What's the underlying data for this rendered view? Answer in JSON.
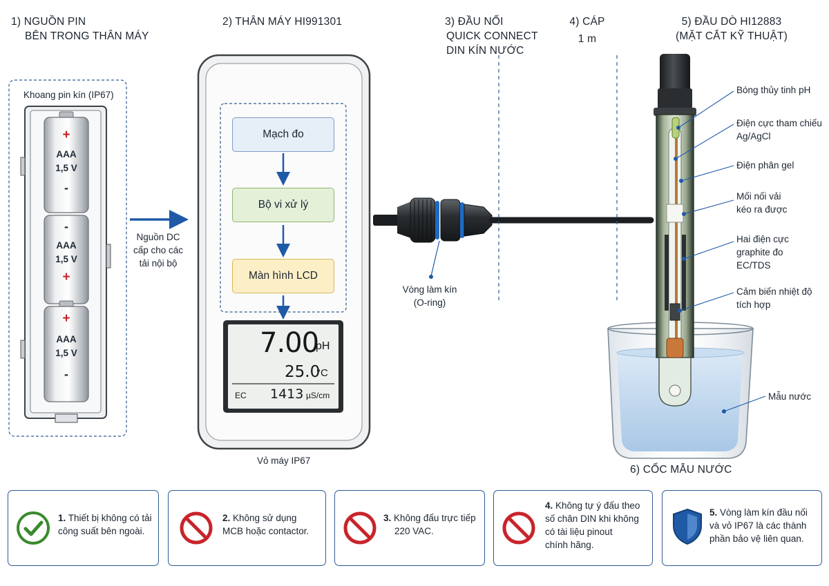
{
  "sections": {
    "battery": {
      "line1": "1) NGUỒN PIN",
      "line2": "BÊN TRONG THÂN MÁY"
    },
    "body": {
      "title": "2) THÂN MÁY HI991301"
    },
    "connector": {
      "line1": "3) ĐẦU NỐI",
      "line2": "QUICK CONNECT",
      "line3": "DIN KÍN NƯỚC"
    },
    "cable": {
      "line1": "4) CÁP",
      "line2": "1 m"
    },
    "probe": {
      "line1": "5) ĐẦU DÒ HI12883",
      "line2": "(MẶT CẮT KỸ THUẬT)"
    },
    "beaker": {
      "title": "6) CỐC MẪU NƯỚC"
    }
  },
  "battery": {
    "compartment_label": "Khoang pin kín (IP67)",
    "cells": [
      {
        "top_sign": "+",
        "type": "AAA",
        "voltage": "1,5 V",
        "bottom_sign": "-"
      },
      {
        "top_sign": "-",
        "type": "AAA",
        "voltage": "1,5 V",
        "bottom_sign": "+"
      },
      {
        "top_sign": "+",
        "type": "AAA",
        "voltage": "1,5 V",
        "bottom_sign": "-"
      }
    ],
    "arrow_text": [
      "Nguồn DC",
      "cấp cho các",
      "tải nội bộ"
    ]
  },
  "meter": {
    "blocks": [
      "Mạch đo",
      "Bộ vi xử lý",
      "Màn hình LCD"
    ],
    "lcd": {
      "ph_value": "7.00",
      "ph_unit": "pH",
      "temp_value": "25.0",
      "temp_unit": "°C",
      "ec_label": "EC",
      "ec_value": "1413",
      "ec_unit": "µS/cm"
    },
    "housing_label": "Vỏ máy IP67"
  },
  "connector": {
    "oring_line1": "Vòng làm kín",
    "oring_line2": "(O-ring)"
  },
  "probe_labels": [
    {
      "lines": [
        "Bóng thủy tinh pH"
      ]
    },
    {
      "lines": [
        "Điện cực tham chiếu",
        "Ag/AgCl"
      ]
    },
    {
      "lines": [
        "Điện phân gel"
      ]
    },
    {
      "lines": [
        "Mối nối vải",
        "kéo ra được"
      ]
    },
    {
      "lines": [
        "Hai điện cực",
        "graphite đo",
        "EC/TDS"
      ]
    },
    {
      "lines": [
        "Cảm biến nhiệt độ",
        "tích hợp"
      ]
    },
    {
      "lines": [
        "Mẫu nước"
      ]
    }
  ],
  "notes": [
    {
      "num": "1.",
      "rest1": "Thiết bị không có tải",
      "rest2": "công suất bên ngoài.",
      "rest3": "",
      "rest4": "",
      "icon": "check-icon"
    },
    {
      "num": "2.",
      "rest1": "Không sử dụng",
      "rest2": "MCB hoặc contactor.",
      "rest3": "",
      "rest4": "",
      "icon": "prohibited-icon"
    },
    {
      "num": "3.",
      "rest1": "Không đấu trực tiếp",
      "rest2": "220 VAC.",
      "rest3": "",
      "rest4": "",
      "icon": "prohibited-icon"
    },
    {
      "num": "4.",
      "rest1": "Không tự ý đấu theo",
      "rest2": "số chân DIN khi không",
      "rest3": "có tài liệu pinout",
      "rest4": "chính hãng.",
      "icon": "prohibited-icon"
    },
    {
      "num": "5.",
      "rest1": "Vòng làm kín đầu nối",
      "rest2": "và vỏ IP67 là các thành",
      "rest3": "phần bảo vệ liên quan.",
      "rest4": "",
      "icon": "shield-icon"
    }
  ],
  "colors": {
    "accent_blue": "#1f5aa6",
    "check_green": "#3a8a2e",
    "prohibit_red": "#c8242b",
    "box_blue": "#e6eef8",
    "box_green": "#e4f0d8",
    "box_yellow": "#fcefc6"
  }
}
